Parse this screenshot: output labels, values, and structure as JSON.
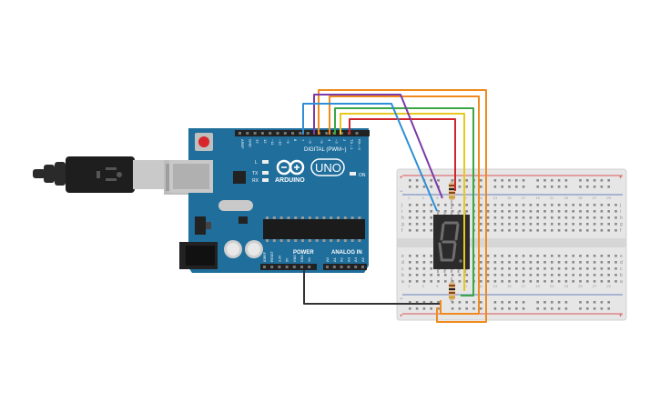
{
  "arduino": {
    "brand": "ARDUINO",
    "model": "UNO",
    "digital_header": "DIGITAL (PWM~)",
    "power_label": "POWER",
    "analog_label": "ANALOG IN",
    "on_label": "ON",
    "l_label": "L",
    "tx_label": "TX",
    "rx_label": "RX",
    "digital_pins": [
      "AREF",
      "GND",
      "13",
      "12",
      "~11",
      "~10",
      "~9",
      "8",
      "7",
      "~6",
      "~5",
      "4",
      "~3",
      "2",
      "TX→1",
      "RX←0"
    ],
    "power_pins": [
      "IOREF",
      "RESET",
      "3.3V",
      "5V",
      "GND",
      "GND",
      "Vin"
    ],
    "analog_pins": [
      "A0",
      "A1",
      "A2",
      "A3",
      "A4",
      "A5"
    ]
  },
  "breadboard": {
    "row_letters_top": [
      "j",
      "i",
      "h",
      "g",
      "f"
    ],
    "row_letters_bottom": [
      "e",
      "d",
      "c",
      "b",
      "a"
    ],
    "plus_label": "+",
    "minus_label": "−",
    "column_numbers": [
      "1",
      "",
      "3",
      "",
      "5",
      "",
      "7",
      "",
      "9",
      "",
      "11",
      "",
      "13",
      "",
      "15",
      "",
      "17",
      "",
      "19",
      "",
      "21",
      "",
      "23",
      "",
      "25",
      "",
      "27",
      "",
      "29",
      ""
    ]
  },
  "seven_segment": {
    "digit": "8."
  },
  "colors": {
    "board": "#1f6e9c",
    "wire_red": "#d0262b",
    "wire_orange": "#f08a1d",
    "wire_yellow": "#e6c81f",
    "wire_green": "#3aa645",
    "wire_blue": "#2f8fd6",
    "wire_purple": "#7d3aa8",
    "wire_black": "#333333"
  }
}
